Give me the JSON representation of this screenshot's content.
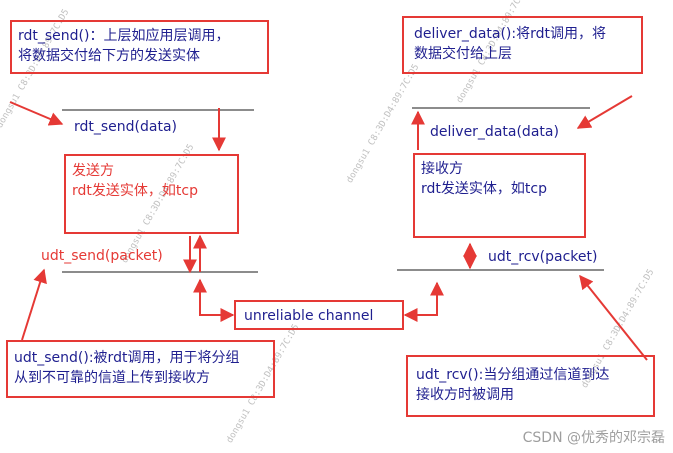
{
  "annotations": {
    "rdt_send_note": "rdt_send()：上层如应用层调用，\n将数据交付给下方的发送实体",
    "deliver_data_note": "deliver_data():将rdt调用，将\n数据交付给上层",
    "udt_send_note": "udt_send():被rdt调用，用于将分组\n从到不可靠的信道上传到接收方",
    "udt_rcv_note": "udt_rcv():当分组通过信道到达\n接收方时被调用"
  },
  "sender": {
    "top_call": "rdt_send(data)",
    "box": "发送方\nrdt发送实体，如tcp",
    "bottom_call": "udt_send(packet)"
  },
  "receiver": {
    "top_call": "deliver_data(data)",
    "box": "接收方\nrdt发送实体，如tcp",
    "bottom_call": "udt_rcv(packet)"
  },
  "channel": {
    "label": "unreliable channel"
  },
  "watermark": "CSDN @优秀的邓宗磊",
  "faint_watermark": "dongsu1 C8:3D:D4:89:7C:D5",
  "colors": {
    "accent": "#e53935",
    "text": "#000000",
    "navy": "#1f1f8f"
  }
}
